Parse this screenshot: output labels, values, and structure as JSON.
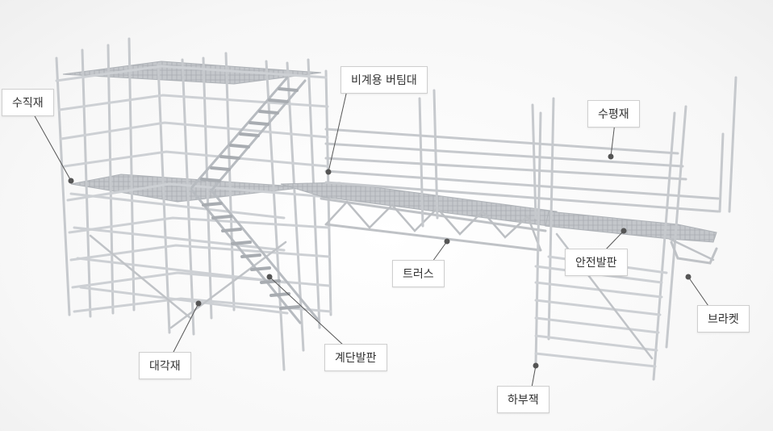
{
  "labels": {
    "vertical": "수직재",
    "base_jack_support": "비계용 버팀대",
    "horizontal": "수평재",
    "truss": "트러스",
    "safety_plank": "안전발판",
    "bracket": "브라켓",
    "diagonal": "대각재",
    "stair_plank": "계단발판",
    "base_jack": "하부잭"
  },
  "colors": {
    "pipe": "#c9ccd0",
    "pipe_edge": "#9da2a8",
    "plank": "#b9bcc1",
    "leader": "#555555",
    "dot": "#555555"
  }
}
